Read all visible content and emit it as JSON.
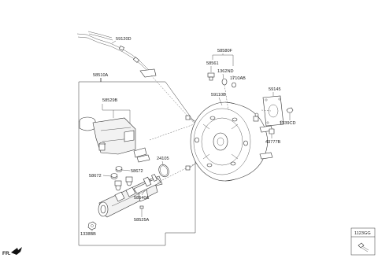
{
  "labels": {
    "p59120D": "59120D",
    "p58510A": "58510A",
    "p58529B": "58529B",
    "p58580F": "58580F",
    "p58561": "58561",
    "p1362ND": "1362ND",
    "p1710AB": "1710AB",
    "p59110B": "59110B",
    "p59145": "59145",
    "p1339CD": "1339CD",
    "p43777B": "43777B",
    "p24105": "24105",
    "p58672a": "58672",
    "p58672b": "58672",
    "p58540A": "58540A",
    "p58525A": "58525A",
    "p1338BB": "1338BB",
    "p1123GG": "1123GG",
    "fr": "FR."
  }
}
